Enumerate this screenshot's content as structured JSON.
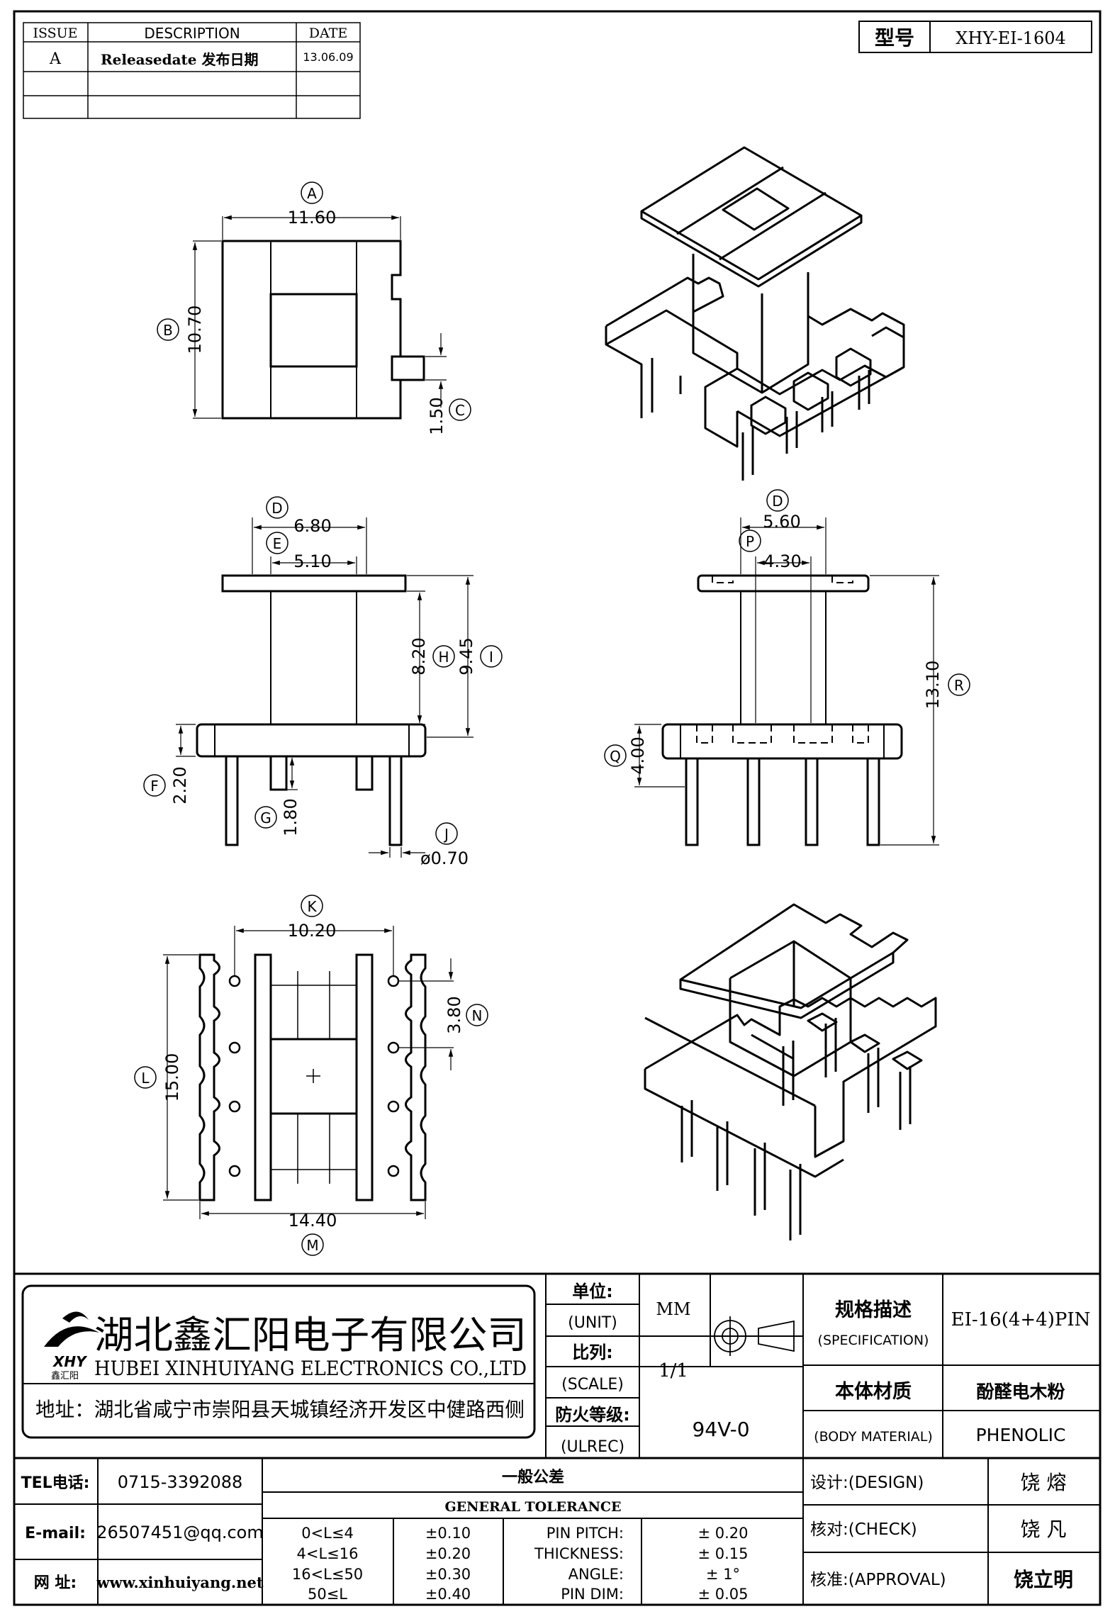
{
  "revision_table": {
    "headers": {
      "issue": "ISSUE",
      "description": "DESCRIPTION",
      "date": "DATE"
    },
    "rows": [
      {
        "issue": "A",
        "description": "Releasedate 发布日期",
        "date": "13.06.09"
      }
    ]
  },
  "model": {
    "label": "型号",
    "value": "XHY-EI-1604"
  },
  "dimensions": {
    "A": {
      "value": "11.60",
      "letter": "A"
    },
    "B": {
      "value": "10.70",
      "letter": "B"
    },
    "C": {
      "value": "1.50",
      "letter": "C"
    },
    "D_front": {
      "value": "6.80",
      "letter": "D"
    },
    "E": {
      "value": "5.10",
      "letter": "E"
    },
    "H": {
      "value": "8.20",
      "letter": "H"
    },
    "I": {
      "value": "9.45",
      "letter": "I"
    },
    "F": {
      "value": "2.20",
      "letter": "F"
    },
    "G": {
      "value": "1.80",
      "letter": "G"
    },
    "J": {
      "value": "ø0.70",
      "letter": "J"
    },
    "D_side": {
      "value": "5.60",
      "letter": "D"
    },
    "P": {
      "value": "4.30",
      "letter": "P"
    },
    "R": {
      "value": "13.10",
      "letter": "R"
    },
    "Q": {
      "value": "4.00",
      "letter": "Q"
    },
    "K": {
      "value": "10.20",
      "letter": "K"
    },
    "N": {
      "value": "3.80",
      "letter": "N"
    },
    "L": {
      "value": "15.00",
      "letter": "L"
    },
    "M": {
      "value": "14.40",
      "letter": "M"
    }
  },
  "company": {
    "name_cn": "湖北鑫汇阳电子有限公司",
    "name_en": "HUBEI XINHUIYANG ELECTRONICS CO.,LTD",
    "address": "地址：湖北省咸宁市崇阳县天城镇经济开发区中健路西侧",
    "logo_text": "XHY",
    "logo_sub": "鑫汇阳"
  },
  "unit": {
    "label_cn": "单位:",
    "label_en": "(UNIT)",
    "value": "MM"
  },
  "scale": {
    "label_cn": "比列:",
    "label_en": "(SCALE)",
    "value": "1/1"
  },
  "fire": {
    "label_cn": "防火等级:",
    "label_en": "(ULREC)",
    "value": "94V-0"
  },
  "spec": {
    "label_cn": "规格描述",
    "label_en": "(SPECIFICATION)",
    "value": "EI-16(4+4)PIN"
  },
  "material": {
    "label_cn": "本体材质",
    "label_en": "(BODY MATERIAL)",
    "value_cn": "酚醛电木粉",
    "value_en": "PHENOLIC"
  },
  "contact": {
    "tel_label": "TEL电话:",
    "tel": "0715-3392088",
    "email_label": "E-mail:",
    "email": "26507451@qq.com",
    "web_label": "网  址:",
    "web": "www.xinhuiyang.net"
  },
  "tolerance": {
    "title_cn": "一般公差",
    "title_en": "GENERAL TOLERANCE",
    "ranges": [
      {
        "range": "0<L≤4",
        "tol": "±0.10"
      },
      {
        "range": "4<L≤16",
        "tol": "±0.20"
      },
      {
        "range": "16<L≤50",
        "tol": "±0.30"
      },
      {
        "range": "50≤L",
        "tol": "±0.40"
      }
    ],
    "others": [
      {
        "label": "PIN PITCH:",
        "tol": "± 0.20"
      },
      {
        "label": "THICKNESS:",
        "tol": "± 0.15"
      },
      {
        "label": "ANGLE:",
        "tol": "± 1°"
      },
      {
        "label": "PIN DIM:",
        "tol": "± 0.05"
      }
    ]
  },
  "approvals": [
    {
      "label": "设计:(DESIGN)",
      "name": "饶  熔"
    },
    {
      "label": "核对:(CHECK)",
      "name": "饶  凡"
    },
    {
      "label": "核准:(APPROVAL)",
      "name": "饶立明"
    }
  ]
}
